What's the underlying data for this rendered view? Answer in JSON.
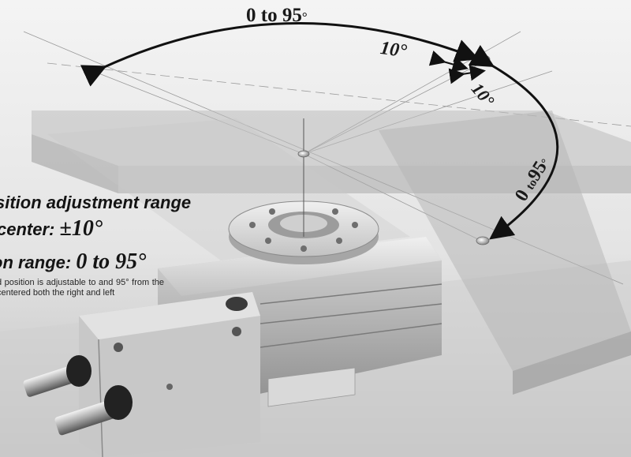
{
  "labels": {
    "top_range_prefix": "0 to 95",
    "top_range_unit": "°",
    "adjust_left": "10",
    "adjust_left_unit": "°",
    "adjust_right": "10",
    "adjust_right_unit": "°",
    "right_range_prefix": "0",
    "right_range_mid": "to",
    "right_range_value": "95",
    "right_range_unit": "°"
  },
  "heading": {
    "line1": "sition adjustment range",
    "line2_prefix": "center: ",
    "line2_value": "±10°",
    "line3_prefix": "on range: ",
    "line3_value": "0 to 95°"
  },
  "description": "d position is adjustable to and 95° from the centered both the right and left",
  "colors": {
    "arrow": "#111111",
    "glass_bar": "#b9b9b9",
    "body_metal": "#c4c4c4",
    "background": "#e9e9e9"
  }
}
